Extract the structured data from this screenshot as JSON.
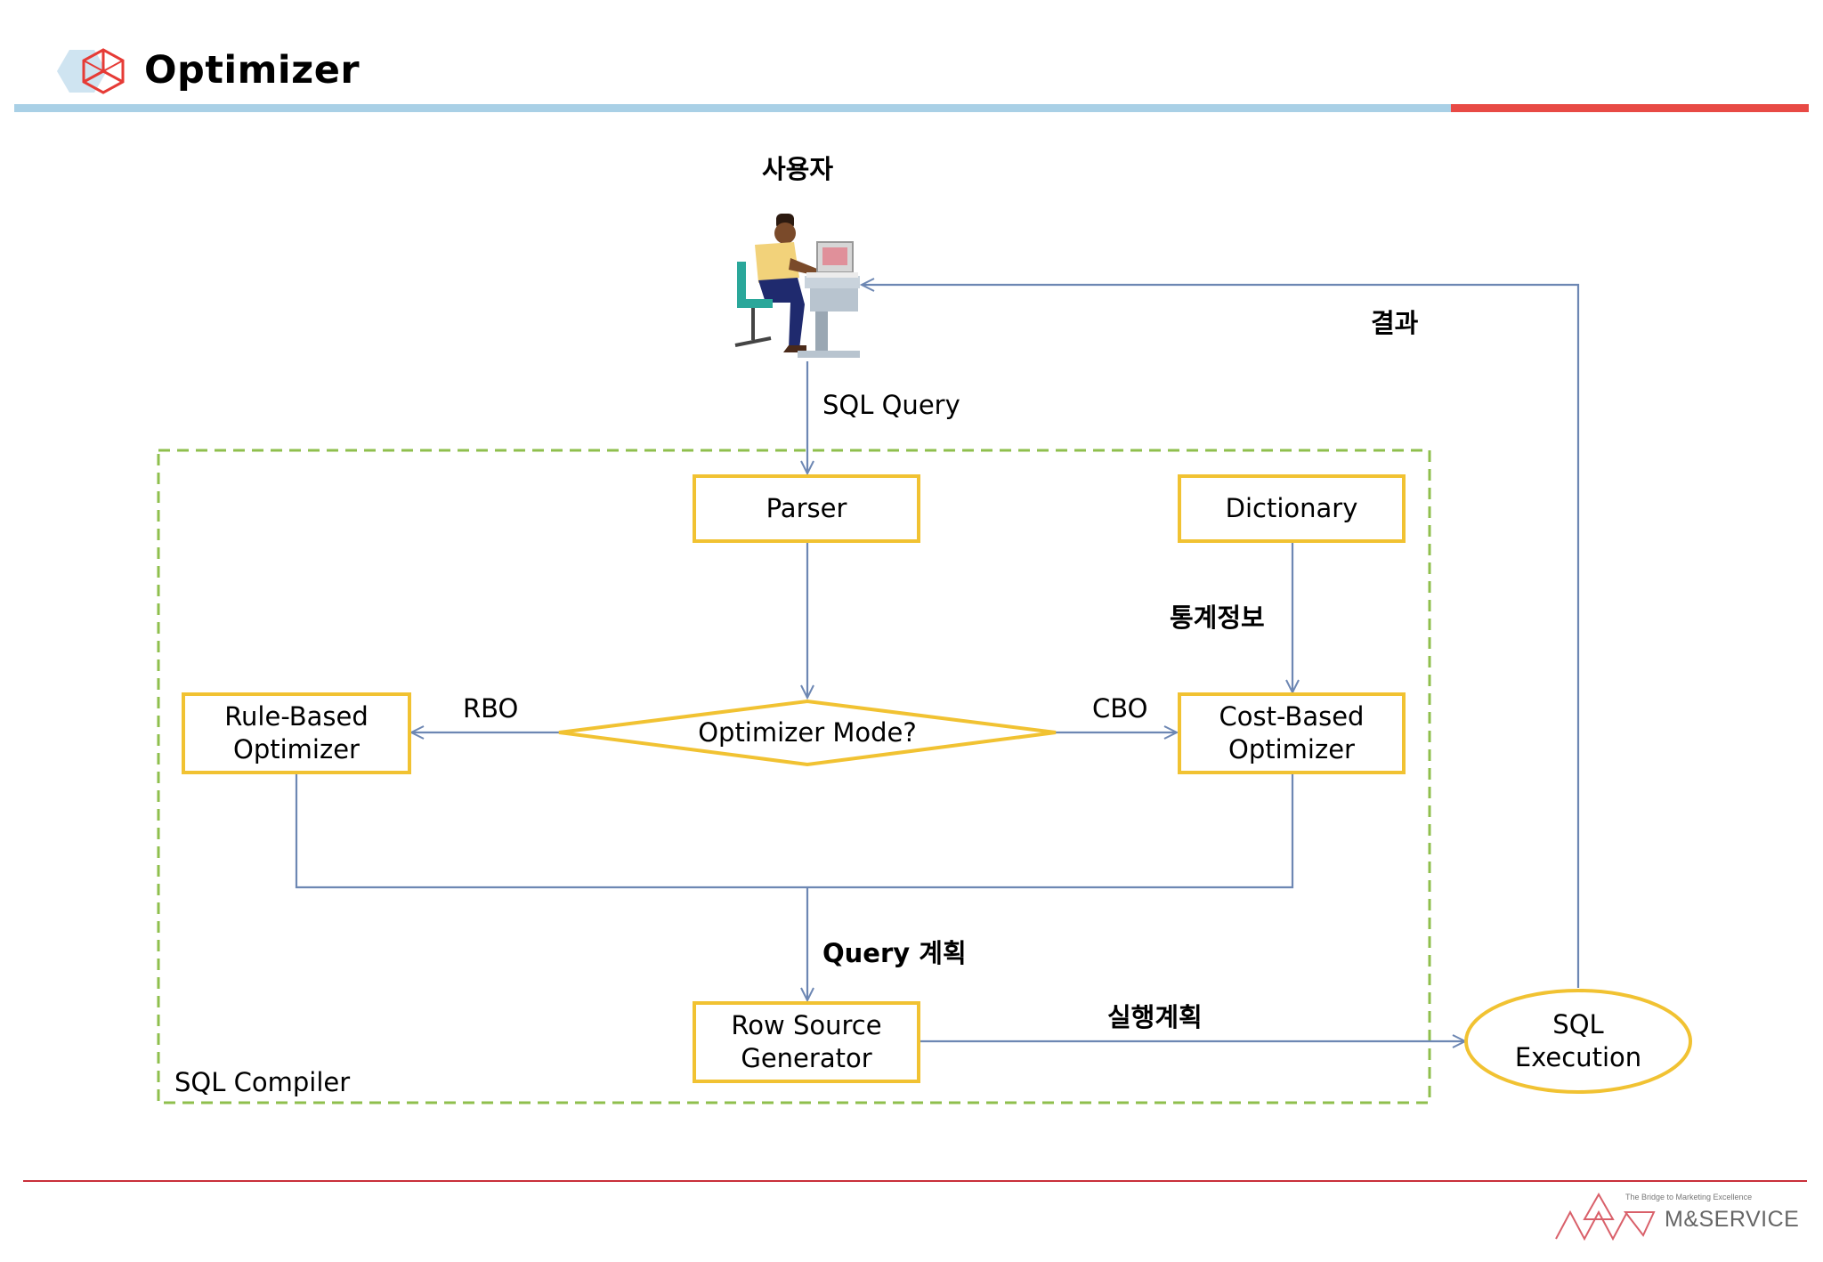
{
  "header": {
    "title": "Optimizer",
    "accent_blue": "#a9d0e6",
    "accent_red": "#e84a45"
  },
  "diagram": {
    "user_label": "사용자",
    "result_label": "결과",
    "sql_query_label": "SQL Query",
    "compiler_label": "SQL Compiler",
    "parser": "Parser",
    "dictionary": "Dictionary",
    "statistics_label": "통계정보",
    "rbo_label": "RBO",
    "cbo_label": "CBO",
    "decision": "Optimizer Mode?",
    "rule_based": "Rule-Based\nOptimizer",
    "cost_based": "Cost-Based\nOptimizer",
    "query_plan_label": "Query 계획",
    "row_source": "Row Source\nGenerator",
    "exec_plan_label": "실행계획",
    "sql_execution": "SQL\nExecution",
    "box_border_color": "#f1c232",
    "compiler_border_color": "#8fbf4d",
    "arrow_color": "#6d87b3"
  },
  "footer": {
    "tagline": "The Bridge to Marketing Excellence",
    "brand": "M&SERVICE"
  }
}
